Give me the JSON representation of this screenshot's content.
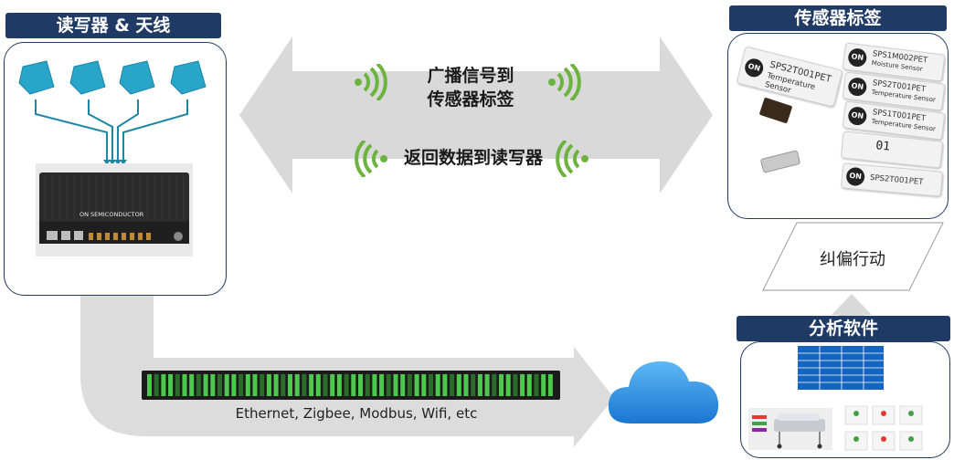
{
  "reader": {
    "title": "读写器 & 天线",
    "device_brand": "ON SEMICONDUCTOR"
  },
  "sensor_tags": {
    "title": "传感器标签",
    "tags": [
      {
        "model": "SPS2T001PET",
        "type": "Temperature Sensor"
      },
      {
        "model": "SPS1M002PET",
        "type": "Moisture Sensor"
      },
      {
        "model": "SPS2T001PET",
        "type": "Temperature Sensor"
      },
      {
        "model": "SPS1T001PET",
        "type": "Temperature Sensor"
      },
      {
        "model": "SPS2T001PET",
        "type": ""
      }
    ],
    "logo_text": "ON",
    "counter": "01"
  },
  "broadcast": {
    "line1": "广播信号到",
    "line2": "传感器标签"
  },
  "return_data": {
    "label": "返回数据到读写器"
  },
  "corrective_action": {
    "label": "纠偏行动"
  },
  "analysis": {
    "title": "分析软件"
  },
  "network": {
    "protocols": "Ethernet, Zigbee, Modbus, Wifi, etc"
  },
  "colors": {
    "navy": "#1f3a64",
    "antenna": "#29a5c9",
    "arrow_gray": "#d9d9d9",
    "signal_green": "#6db33f",
    "cloud_blue": "#2a8fe3"
  }
}
